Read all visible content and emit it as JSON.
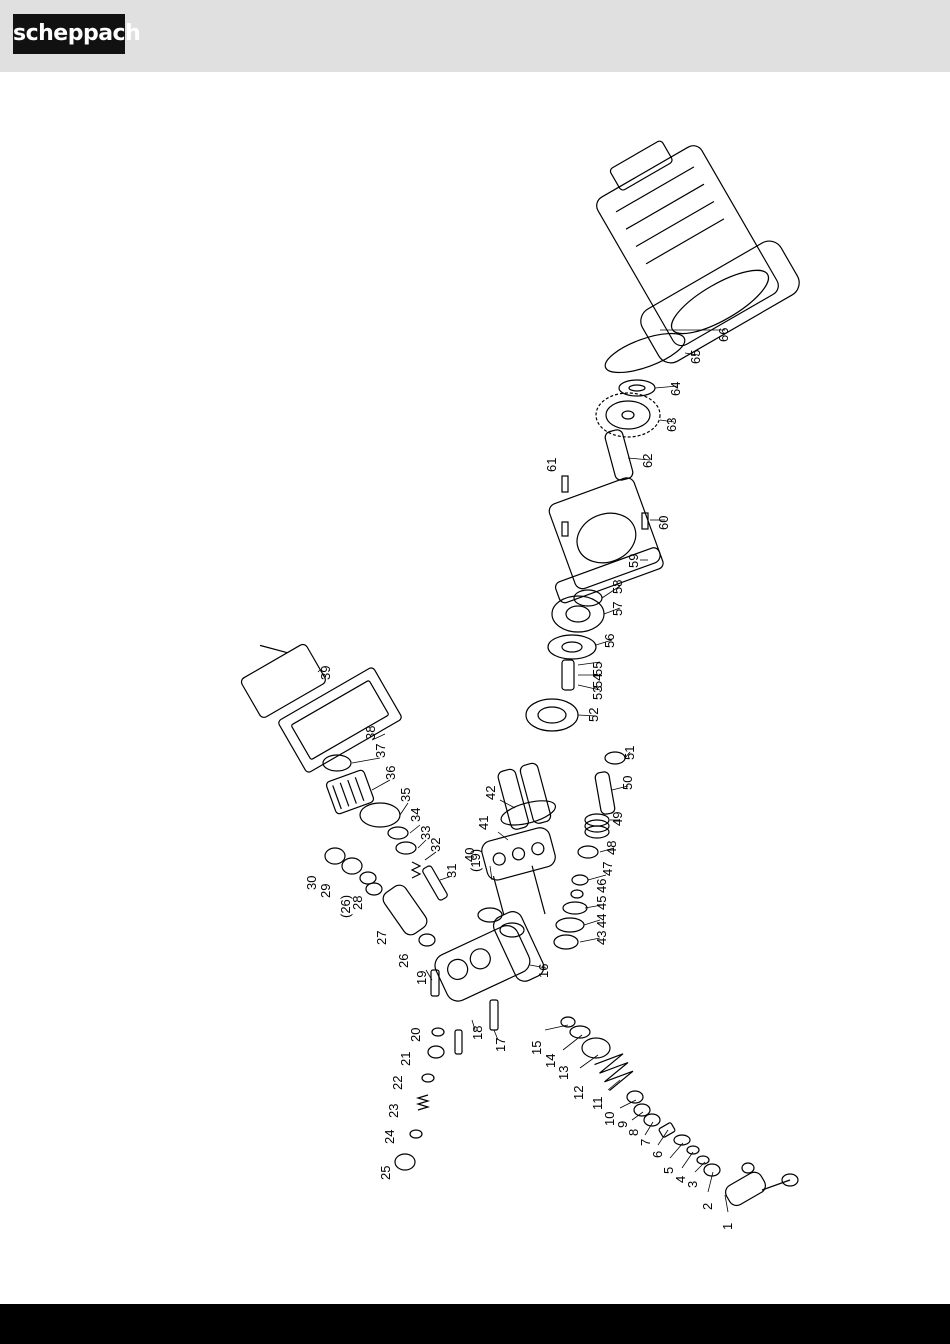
{
  "header": {
    "logo_text": "scheppach",
    "bg_color": "#e0e0e0"
  },
  "diagram": {
    "part_numbers": [
      "1",
      "2",
      "3",
      "4",
      "5",
      "6",
      "7",
      "8",
      "9",
      "10",
      "11",
      "12",
      "13",
      "14",
      "15",
      "16",
      "17",
      "18",
      "19",
      "20",
      "21",
      "22",
      "23",
      "24",
      "25",
      "(26)",
      "26",
      "27",
      "28",
      "29",
      "30",
      "31",
      "32",
      "33",
      "34",
      "35",
      "36",
      "37",
      "38",
      "39",
      "(19)",
      "40",
      "41",
      "42",
      "43",
      "44",
      "45",
      "46",
      "47",
      "48",
      "49",
      "50",
      "51",
      "52",
      "53",
      "54",
      "55",
      "56",
      "57",
      "58",
      "59",
      "60",
      "61",
      "62",
      "63",
      "64",
      "65",
      "66"
    ]
  },
  "footer": {
    "bg_color": "#000000"
  }
}
